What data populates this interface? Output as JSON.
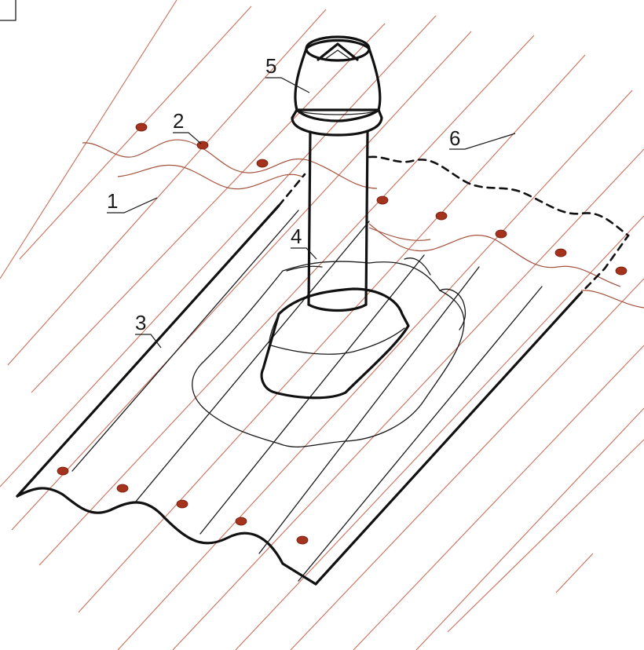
{
  "diagram": {
    "callouts": [
      {
        "id": "1",
        "label": "1"
      },
      {
        "id": "2",
        "label": "2"
      },
      {
        "id": "3",
        "label": "3"
      },
      {
        "id": "4",
        "label": "4"
      },
      {
        "id": "5",
        "label": "5"
      },
      {
        "id": "6",
        "label": "6"
      }
    ],
    "colors": {
      "roof_lines": "#c8705a",
      "wave_lines": "#a5523c",
      "screws": "#a4321c",
      "outline": "#111111"
    }
  }
}
